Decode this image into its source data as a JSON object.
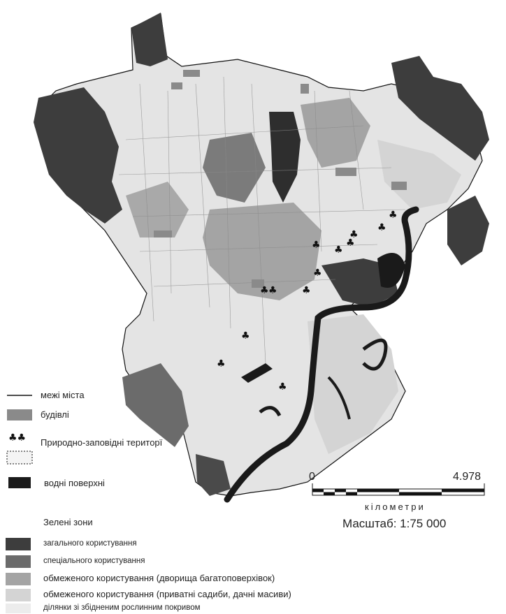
{
  "legend": {
    "city_boundary": "межі міста",
    "buildings": "будівлі",
    "nature_reserve_symbol": "Природно-заповідні територї",
    "water": "водні поверхні",
    "green_zones_title": "Зелені зони",
    "zones": [
      {
        "label": "загального користування",
        "color": "#3d3d3d"
      },
      {
        "label": "спеціального користування",
        "color": "#6b6b6b"
      },
      {
        "label": "обмеженого користування (дворища багатоповерхівок)",
        "color": "#a4a4a4"
      },
      {
        "label": "обмеженого користування (приватні садиби, дачні масиви)",
        "color": "#d4d4d4"
      },
      {
        "label": "ділянки зі збідненим рослинним покривом",
        "color": "#ececec"
      }
    ],
    "colors": {
      "buildings": "#8a8a8a",
      "water": "#1a1a1a",
      "boundary": "#111111"
    }
  },
  "scale": {
    "start": "0",
    "end": "4.978",
    "unit": "кілометри",
    "title": "Масштаб: 1:75 000"
  }
}
